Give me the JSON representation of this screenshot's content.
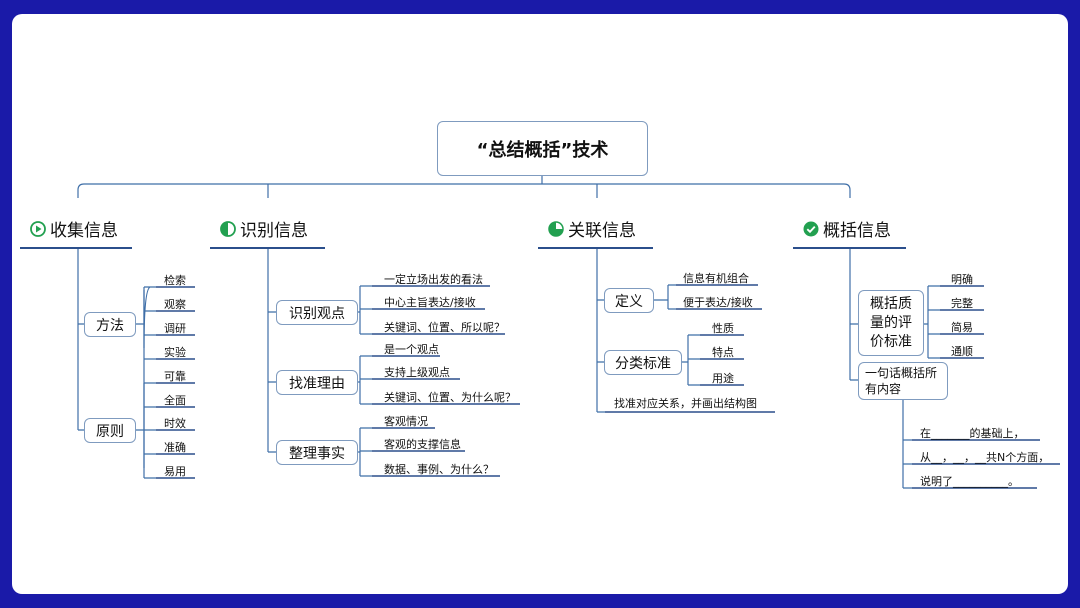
{
  "title": "“总结概括”技术",
  "colors": {
    "frame": "#1a1aa8",
    "line": "#3f6fa8",
    "underline": "#2b4f8c",
    "green": "#22a050"
  },
  "sections": {
    "collect": {
      "label": "收集信息",
      "icon": "play-circle-icon",
      "method": {
        "label": "方法",
        "items": [
          "检索",
          "观察",
          "调研",
          "实验"
        ]
      },
      "principle": {
        "label": "原则",
        "items": [
          "可靠",
          "全面",
          "时效",
          "准确",
          "易用"
        ]
      }
    },
    "identify": {
      "label": "识别信息",
      "icon": "half-circle-icon",
      "view": {
        "label": "识别观点",
        "items": [
          "一定立场出发的看法",
          "中心主旨表达/接收",
          "关键词、位置、所以呢？"
        ]
      },
      "reason": {
        "label": "找准理由",
        "items": [
          "是一个观点",
          "支持上级观点",
          "关键词、位置、为什么呢？"
        ]
      },
      "facts": {
        "label": "整理事实",
        "items": [
          "客观情况",
          "客观的支撑信息",
          "数据、事例、为什么？"
        ]
      }
    },
    "relate": {
      "label": "关联信息",
      "icon": "three-quarter-circle-icon",
      "define": {
        "label": "定义",
        "items": [
          "信息有机组合",
          "便于表达/接收"
        ]
      },
      "classify": {
        "label": "分类标准",
        "items": [
          "性质",
          "特点",
          "用途"
        ]
      },
      "structure": "找准对应关系，并画出结构图"
    },
    "summarize": {
      "label": "概括信息",
      "icon": "check-circle-icon",
      "criteria": {
        "label": "概括质量的评价标准",
        "items": [
          "明确",
          "完整",
          "简易",
          "通顺"
        ]
      },
      "sentence": {
        "label": "一句话概括所有内容",
        "lines": [
          "在_______的基础上，",
          "从__，__，__共N个方面，",
          "说明了__________。"
        ]
      }
    }
  }
}
